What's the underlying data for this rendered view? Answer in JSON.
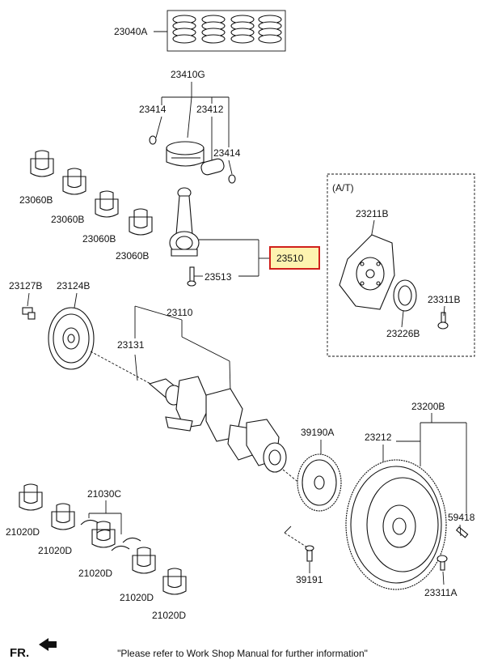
{
  "labels": {
    "p23040A": "23040A",
    "p23410G": "23410G",
    "p23414a": "23414",
    "p23412": "23412",
    "p23414b": "23414",
    "p23060B_1": "23060B",
    "p23060B_2": "23060B",
    "p23060B_3": "23060B",
    "p23060B_4": "23060B",
    "p23510": "23510",
    "p23513": "23513",
    "at": "(A/T)",
    "p23211B": "23211B",
    "p23311B": "23311B",
    "p23226B": "23226B",
    "p23127B": "23127B",
    "p23124B": "23124B",
    "p23110": "23110",
    "p23131": "23131",
    "p39190A": "39190A",
    "p23200B": "23200B",
    "p23212": "23212",
    "p59418": "59418",
    "p39191": "39191",
    "p23311A": "23311A",
    "p21030C": "21030C",
    "p21020D_1": "21020D",
    "p21020D_2": "21020D",
    "p21020D_3": "21020D",
    "p21020D_4": "21020D",
    "p21020D_5": "21020D"
  },
  "footer": {
    "fr": "FR.",
    "note": "\"Please refer to Work Shop Manual for further information\""
  },
  "colors": {
    "highlight_fill": "#fdf3b0",
    "highlight_border": "#d0201c"
  }
}
